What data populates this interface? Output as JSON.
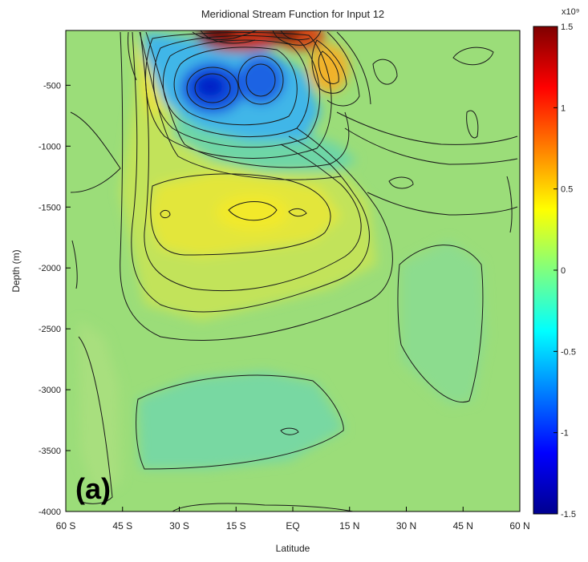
{
  "chart_data": {
    "type": "heatmap",
    "title": "Meridional Stream Function for Input 12",
    "xlabel": "Latitude",
    "ylabel": "Depth (m)",
    "xlim": [
      -60,
      60
    ],
    "ylim": [
      -4000,
      -50
    ],
    "x_ticks": [
      {
        "value": -60,
        "label": "60 S"
      },
      {
        "value": -45,
        "label": "45 S"
      },
      {
        "value": -30,
        "label": "30 S"
      },
      {
        "value": -15,
        "label": "15 S"
      },
      {
        "value": 0,
        "label": "EQ"
      },
      {
        "value": 15,
        "label": "15 N"
      },
      {
        "value": 30,
        "label": "30 N"
      },
      {
        "value": 45,
        "label": "45 N"
      },
      {
        "value": 60,
        "label": "60 N"
      }
    ],
    "y_ticks": [
      {
        "value": -500,
        "label": "-500"
      },
      {
        "value": -1000,
        "label": "-1000"
      },
      {
        "value": -1500,
        "label": "-1500"
      },
      {
        "value": -2000,
        "label": "-2000"
      },
      {
        "value": -2500,
        "label": "-2500"
      },
      {
        "value": -3000,
        "label": "-3000"
      },
      {
        "value": -3500,
        "label": "-3500"
      },
      {
        "value": -4000,
        "label": "-4000"
      }
    ],
    "colorbar": {
      "range": [
        -1.5,
        1.5
      ],
      "exponent_label": "x10⁹",
      "colormap": "jet",
      "ticks": [
        {
          "value": 1.5,
          "label": "1.5"
        },
        {
          "value": 1,
          "label": "1"
        },
        {
          "value": 0.5,
          "label": "0.5"
        },
        {
          "value": 0,
          "label": "0"
        },
        {
          "value": -0.5,
          "label": "-0.5"
        },
        {
          "value": -1,
          "label": "-1"
        },
        {
          "value": -1.5,
          "label": "-1.5"
        }
      ]
    },
    "panel_label": "(a)",
    "background_value": 0.05,
    "features": [
      {
        "type": "minimum",
        "lat": -18,
        "depth": -550,
        "value": -1.5
      },
      {
        "type": "minimum",
        "lat": -8,
        "depth": -500,
        "value": -1.3
      },
      {
        "type": "maximum",
        "lat": -12,
        "depth": -80,
        "value": 1.3
      },
      {
        "type": "maximum",
        "lat": 3,
        "depth": -60,
        "value": 1.2
      },
      {
        "type": "maximum",
        "lat": -7,
        "depth": -1550,
        "value": 0.35
      },
      {
        "type": "minimum",
        "lat": -10,
        "depth": -3350,
        "value": -0.2
      }
    ]
  }
}
